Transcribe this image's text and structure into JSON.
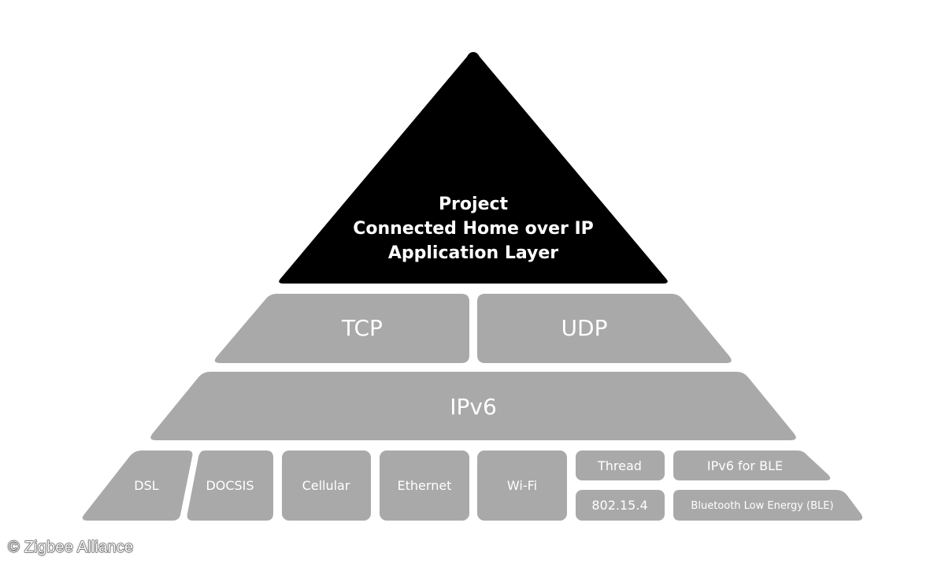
{
  "colors": {
    "apex_fill": "#000000",
    "layer_fill": "#a9a9a9",
    "label_color": "#ffffff",
    "background": "#ffffff"
  },
  "apex": {
    "line1": "Project",
    "line2": "Connected Home over IP",
    "line3": "Application Layer"
  },
  "transport": {
    "left": "TCP",
    "right": "UDP"
  },
  "network": {
    "label": "IPv6"
  },
  "physical": {
    "dsl": "DSL",
    "docsis": "DOCSIS",
    "cellular": "Cellular",
    "ethernet": "Ethernet",
    "wifi": "Wi-Fi",
    "thread": "Thread",
    "ieee": "802.15.4",
    "ipv6_ble": "IPv6 for BLE",
    "ble": "Bluetooth Low Energy (BLE)"
  },
  "footer": {
    "copyright": "© Zigbee Alliance"
  }
}
